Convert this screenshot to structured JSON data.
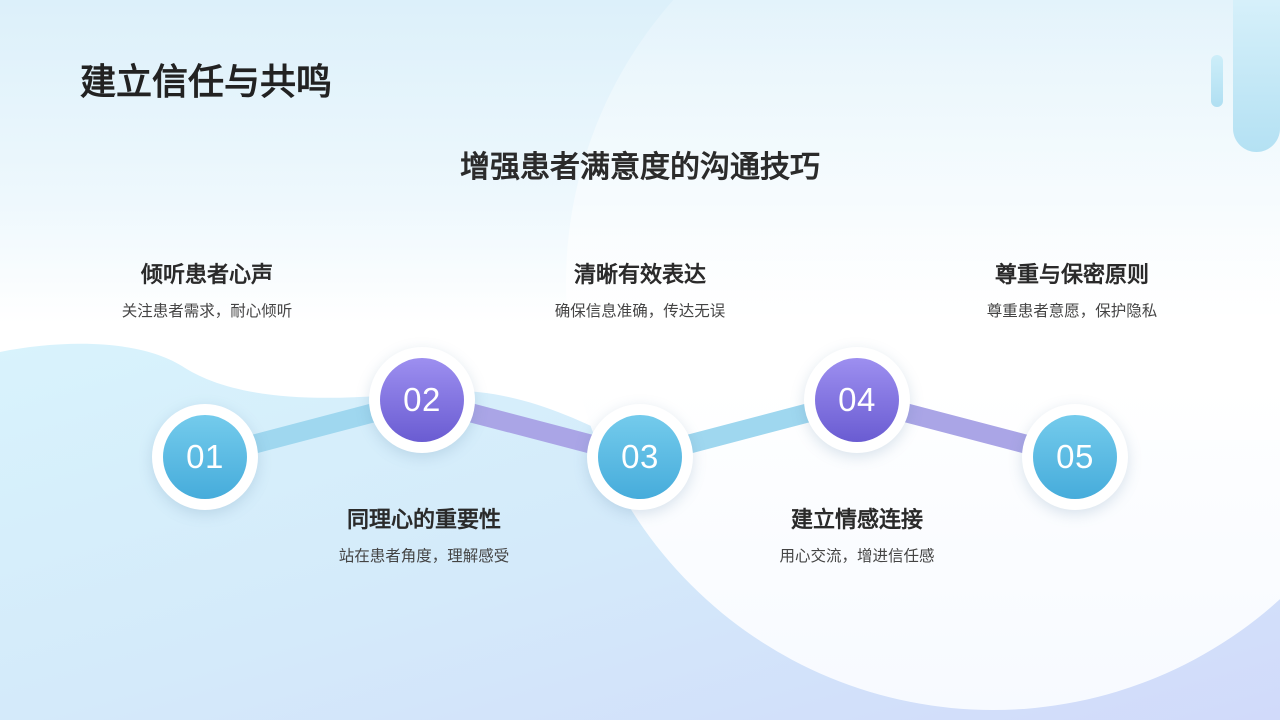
{
  "slide": {
    "title": "建立信任与共鸣",
    "subtitle": "增强患者满意度的沟通技巧"
  },
  "steps": [
    {
      "number": "01",
      "title": "倾听患者心声",
      "desc": "关注患者需求，耐心倾听",
      "accent": "#56b9e0"
    },
    {
      "number": "02",
      "title": "同理心的重要性",
      "desc": "站在患者角度，理解感受",
      "accent": "#7a6ed8"
    },
    {
      "number": "03",
      "title": "清晰有效表达",
      "desc": "确保信息准确，传达无误",
      "accent": "#56b9e0"
    },
    {
      "number": "04",
      "title": "建立情感连接",
      "desc": "用心交流，增进信任感",
      "accent": "#7a6ed8"
    },
    {
      "number": "05",
      "title": "尊重与保密原则",
      "desc": "尊重患者意愿，保护隐私",
      "accent": "#56b9e0"
    }
  ],
  "colors": {
    "blue_connector": "#9fd7ef",
    "purple_connector": "#aaa5e6",
    "title_text": "#222222",
    "background_top": "#ddf1fa"
  }
}
